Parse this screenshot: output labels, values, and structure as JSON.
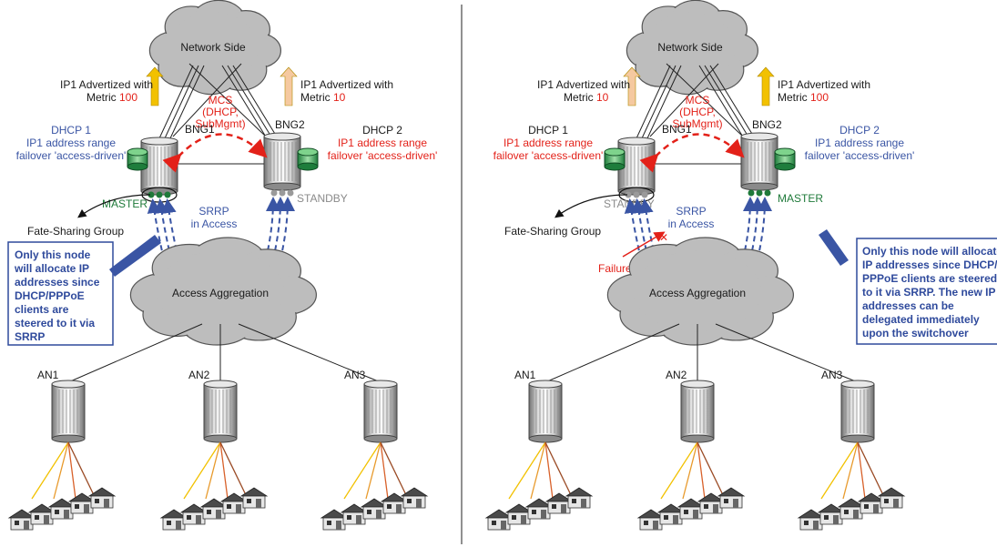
{
  "colors": {
    "blue_text": "#3a55a4",
    "red_text": "#e32119",
    "green_text": "#1f7a3a",
    "gray_text": "#8a8a8a",
    "cloud": "#bdbdbd",
    "arrow_primary": "#f2c100",
    "arrow_secondary": "#f5c9a0",
    "srrp_arrow": "#3a55a4"
  },
  "left": {
    "cloud_top": "Network Side",
    "cloud_bottom": "Access Aggregation",
    "adv_left": {
      "line1": "IP1 Advertized with",
      "metric_label": "Metric",
      "metric_value": "100"
    },
    "adv_right": {
      "line1": "IP1 Advertized with",
      "metric_label": "Metric",
      "metric_value": "10"
    },
    "mcs": [
      "MCS",
      "(DHCP,",
      "SubMgmt)"
    ],
    "bng1": "BNG1",
    "bng2": "BNG2",
    "dhcp_left": [
      "DHCP 1",
      "IP1 address range",
      "failover 'access-driven'"
    ],
    "dhcp_right": [
      "DHCP 2",
      "IP1 address range",
      "failover 'access-driven'"
    ],
    "state_bng1": "MASTER",
    "state_bng2": "STANDBY",
    "srrp": [
      "SRRP",
      "in Access"
    ],
    "fate": "Fate-Sharing Group",
    "note": [
      "Only this node",
      "will allocate IP",
      "addresses since",
      "DHCP/PPPoE",
      "clients are",
      "steered to it via",
      "SRRP"
    ],
    "an": [
      "AN1",
      "AN2",
      "AN3"
    ]
  },
  "right": {
    "cloud_top": "Network Side",
    "cloud_bottom": "Access Aggregation",
    "adv_left": {
      "line1": "IP1 Advertized with",
      "metric_label": "Metric",
      "metric_value": "10"
    },
    "adv_right": {
      "line1": "IP1 Advertized with",
      "metric_label": "Metric",
      "metric_value": "100"
    },
    "mcs": [
      "MCS",
      "(DHCP,",
      "SubMgmt)"
    ],
    "bng1": "BNG1",
    "bng2": "BNG2",
    "dhcp_left": [
      "DHCP 1",
      "IP1 address range",
      "failover 'access-driven'"
    ],
    "dhcp_right": [
      "DHCP 2",
      "IP1 address range",
      "failover 'access-driven'"
    ],
    "state_bng1": "STANDBY",
    "state_bng2": "MASTER",
    "srrp": [
      "SRRP",
      "in Access"
    ],
    "fate": "Fate-Sharing Group",
    "failure": "Failure",
    "note": [
      "Only this node will allocate",
      "IP addresses since DHCP/",
      "PPPoE clients are steered",
      "to it via SRRP. The new IP",
      "addresses can be",
      "delegated immediately",
      "upon the switchover"
    ],
    "an": [
      "AN1",
      "AN2",
      "AN3"
    ]
  }
}
